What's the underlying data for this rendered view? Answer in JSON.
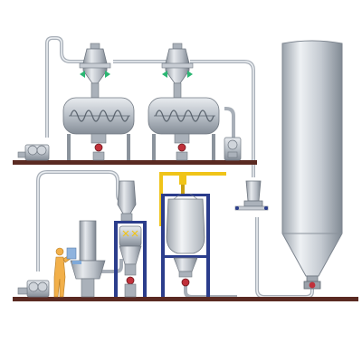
{
  "diagram": {
    "kind": "pneumatic conveying process illustration",
    "colors": {
      "background": "#ffffff",
      "floor": "#5a2a22",
      "pipe_outline": "#a8afb8",
      "pipe_fill": "#eef1f4",
      "steel_light": "#d9dde3",
      "steel_mid": "#aab1ba",
      "steel_dark": "#7d858f",
      "frame_blue": "#2b3d8c",
      "frame_yellow": "#f0c419",
      "valve_red": "#c0303a",
      "indicator_green": "#2bb673",
      "operator": "#f2b04a"
    },
    "components": {
      "vacuum_receivers": 2,
      "screw_mixers": 2,
      "blowers": 2,
      "valves": 6,
      "silos": 1,
      "big_bag_stations": 1,
      "bag_dump_stations": 1,
      "operators": 1
    },
    "icons": [
      "vacuum-receiver-icon",
      "screw-mixer-icon",
      "blower-icon",
      "silo-icon",
      "rotary-valve-icon",
      "big-bag-icon",
      "operator-icon"
    ],
    "text_labels": []
  }
}
